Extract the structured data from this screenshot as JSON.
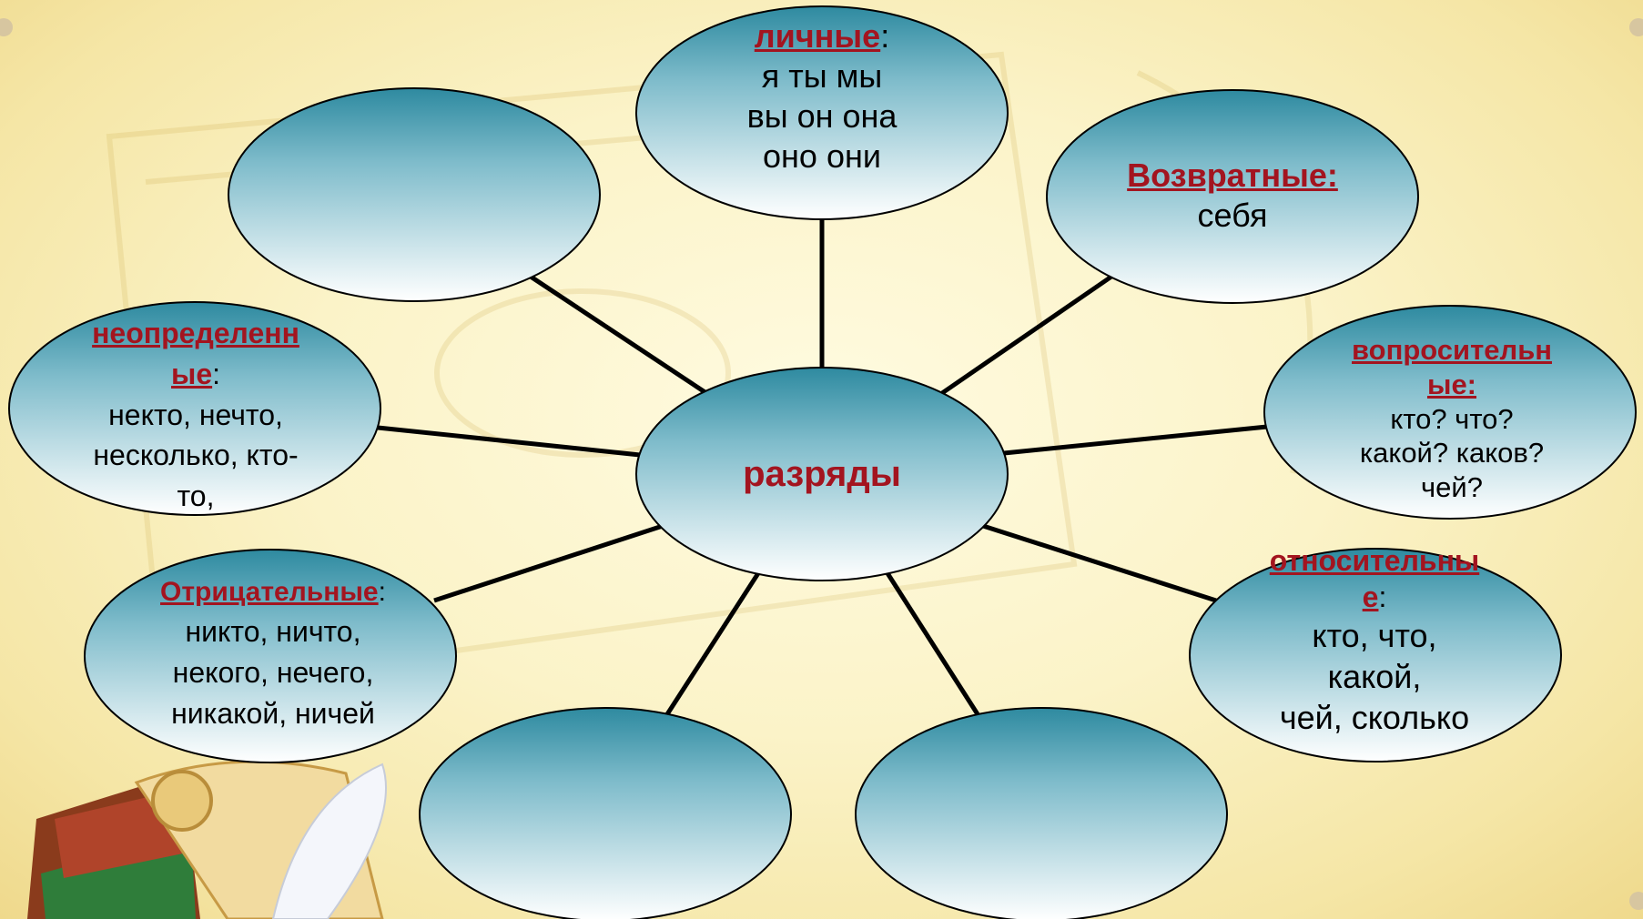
{
  "center": {
    "label": "разряды"
  },
  "nodes": {
    "lichnye": {
      "heading": "личные",
      "punct": ":",
      "lines": [
        "я ты мы",
        "вы он она",
        "оно они"
      ]
    },
    "vozvratnye": {
      "heading": "Возвратные:",
      "lines": [
        "себя"
      ]
    },
    "voprositelnye": {
      "heading_lines": [
        "вопросительн",
        "ые:"
      ],
      "lines": [
        "кто? что?",
        "какой? каков?",
        "чей?"
      ]
    },
    "otnositelnye": {
      "heading_lines": [
        "относительны",
        "е"
      ],
      "punct": ":",
      "lines": [
        "кто, что,",
        "какой,",
        "чей, сколько"
      ]
    },
    "neopredelennye": {
      "heading_lines": [
        "неопределенн",
        "ые"
      ],
      "punct": ":",
      "lines": [
        "некто, нечто,",
        "несколько, кто-",
        "то,"
      ]
    },
    "otricatelnye": {
      "heading": "Отрицательные",
      "punct": ":",
      "lines": [
        "никто, ничто,",
        "некого, нечего,",
        "никакой, ничей"
      ]
    }
  },
  "colors": {
    "heading": "#a3141f",
    "ellipse_top": "#2e8aa0",
    "ellipse_bottom": "#ffffff",
    "line": "#000000"
  }
}
